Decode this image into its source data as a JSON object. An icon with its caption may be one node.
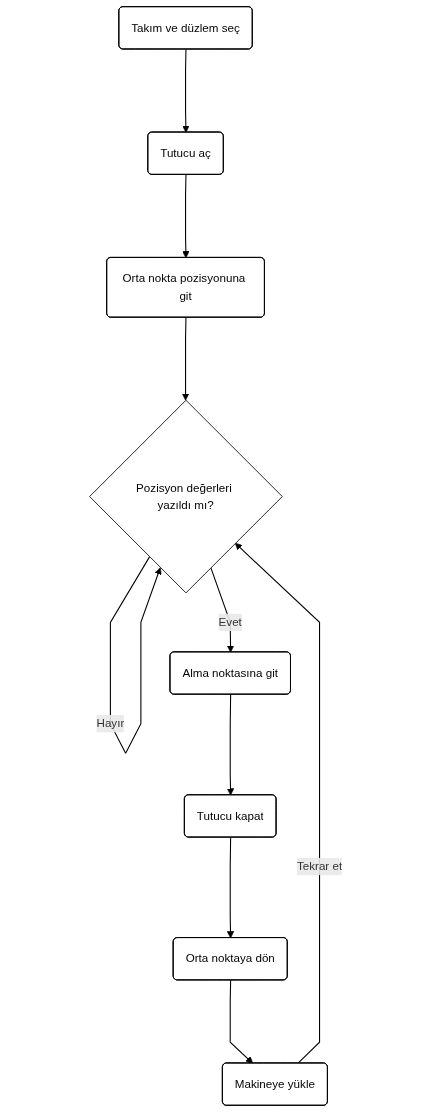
{
  "diagram": {
    "nodes": [
      {
        "text": [
          "Takım ve düzlem seç"
        ]
      },
      {
        "text": [
          "Tutucu aç"
        ]
      },
      {
        "text": [
          "Orta nokta pozisyonuna git"
        ]
      },
      {
        "text": [
          "Pozisyon değerleri yazıldı mı?"
        ]
      },
      {
        "text": [
          "Alma noktasına git"
        ]
      },
      {
        "text": [
          "Tutucu kapat"
        ]
      },
      {
        "text": [
          "Orta noktaya dön"
        ]
      },
      {
        "text": [
          "Makineye yükle"
        ]
      }
    ],
    "edges": [
      {
        "from": 0,
        "to": 1,
        "arrow": "to"
      },
      {
        "from": 1,
        "to": 2,
        "arrow": "to"
      },
      {
        "from": 2,
        "to": 3,
        "arrow": "to"
      },
      {
        "from": 3,
        "to": 3,
        "label": "Hayır",
        "arrow": "to"
      },
      {
        "from": 3,
        "to": 4,
        "label": "Evet",
        "arrow": "to"
      },
      {
        "from": 4,
        "to": 5,
        "arrow": "to"
      },
      {
        "from": 5,
        "to": 6,
        "arrow": "to"
      },
      {
        "from": 6,
        "to": 7,
        "arrow": "to"
      },
      {
        "from": 7,
        "to": 3,
        "label": "Tekrar et",
        "arrow": "to"
      }
    ]
  }
}
